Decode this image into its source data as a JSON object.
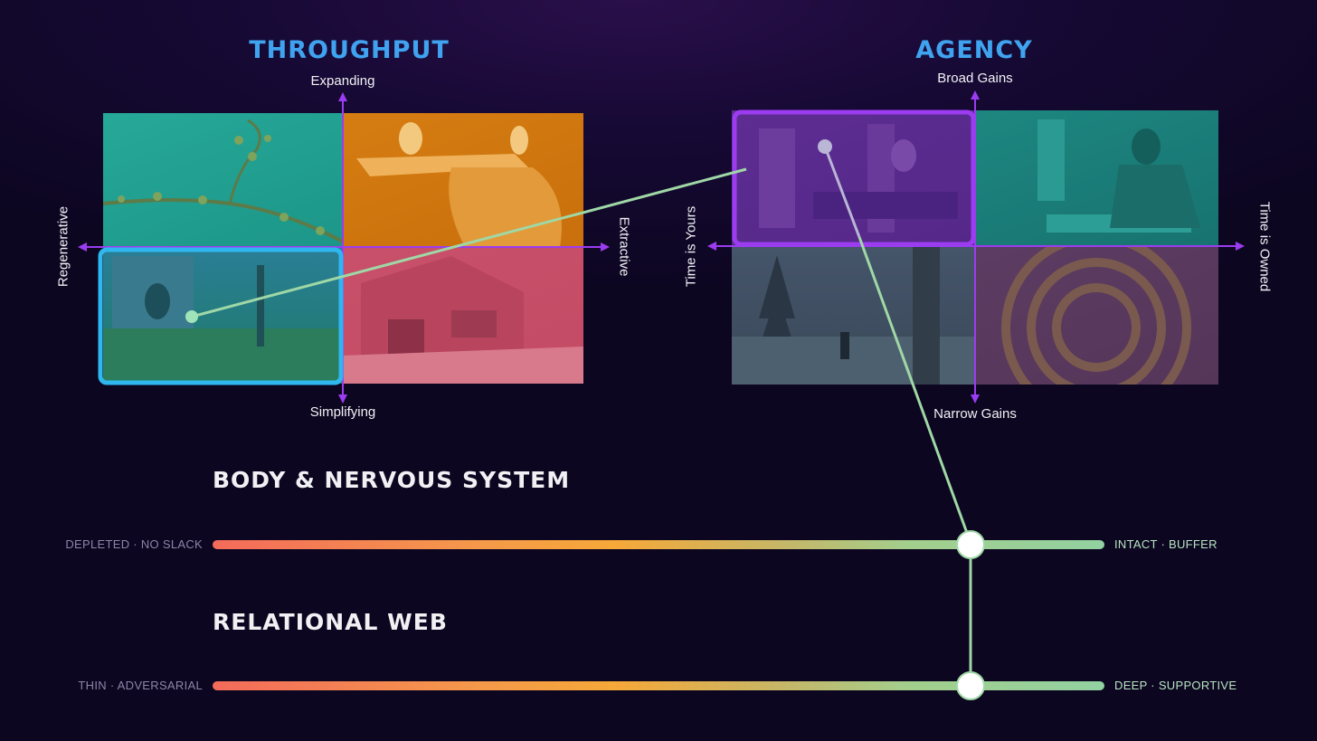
{
  "throughput": {
    "title": "THROUGHPUT",
    "axis_top": "Expanding",
    "axis_bottom": "Simplifying",
    "axis_left": "Regenerative",
    "axis_right": "Extractive",
    "quadrant_colors": [
      "#1c9e8c",
      "#d0760f",
      "#227d8c",
      "#c84b66"
    ],
    "selected_quadrant": "bottom-left",
    "highlight_color": "#2fb7ef"
  },
  "agency": {
    "title": "AGENCY",
    "axis_top": "Broad Gains",
    "axis_bottom": "Narrow Gains",
    "axis_left": "Time is Yours",
    "axis_right": "Time is Owned",
    "quadrant_colors": [
      "#5a2a8e",
      "#1a7d7a",
      "#3d4a5a",
      "#5a3a5e"
    ],
    "selected_quadrant": "top-left",
    "highlight_color": "#9b3cf0"
  },
  "body_system": {
    "title": "BODY & NERVOUS SYSTEM",
    "left_label": "DEPLETED · NO SLACK",
    "right_label": "INTACT · BUFFER",
    "level": 0.85
  },
  "relational_web": {
    "title": "RELATIONAL WEB",
    "left_label": "THIN · ADVERSARIAL",
    "right_label": "DEEP · SUPPORTIVE",
    "level": 0.85
  },
  "colors": {
    "axis": "#9b3cf0",
    "connector": "#9fd8a6",
    "left_label": "#8a86a8",
    "right_label": "#b8e4c2",
    "title_blue": "#3fa3f0"
  },
  "icons": [
    "arrow-head-icon",
    "selection-dot-icon",
    "slider-knob-icon"
  ]
}
